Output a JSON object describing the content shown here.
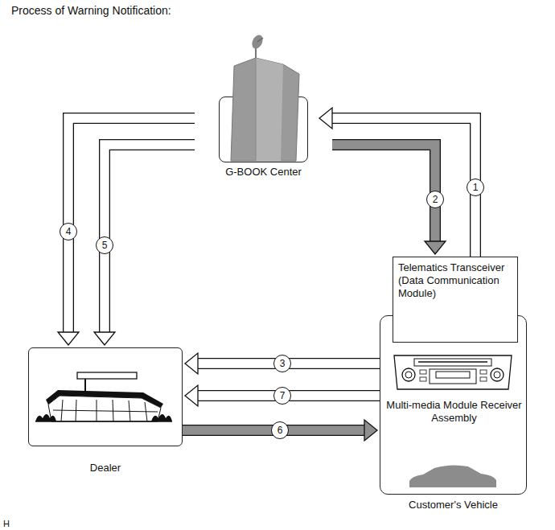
{
  "diagram": {
    "title": "Process of Warning Notification:",
    "nodes": [
      {
        "text": [
          "G-BOOK Center"
        ]
      },
      {
        "text": [
          "Dealer"
        ]
      },
      {
        "text": [
          "Customer's Vehicle"
        ]
      },
      {
        "text": [
          "Telematics Transceiver (Data Communication Module)"
        ],
        "in": 2
      }
    ],
    "edges": [
      {
        "from": 3,
        "to": 0,
        "arrow": "to",
        "label": "1"
      },
      {
        "from": 0,
        "to": 3,
        "arrow": "to",
        "label": "2"
      },
      {
        "from": 2,
        "to": 1,
        "arrow": "to",
        "label": "3"
      },
      {
        "from": 0,
        "to": 1,
        "arrow": "to",
        "label": "4"
      },
      {
        "from": 0,
        "to": 1,
        "arrow": "to",
        "label": "5"
      },
      {
        "from": 1,
        "to": 2,
        "arrow": "to",
        "label": "6"
      },
      {
        "from": 2,
        "to": 1,
        "arrow": "to",
        "label": "7"
      }
    ],
    "labels": [
      "Multi-media Module Receiver Assembly",
      "H"
    ]
  }
}
